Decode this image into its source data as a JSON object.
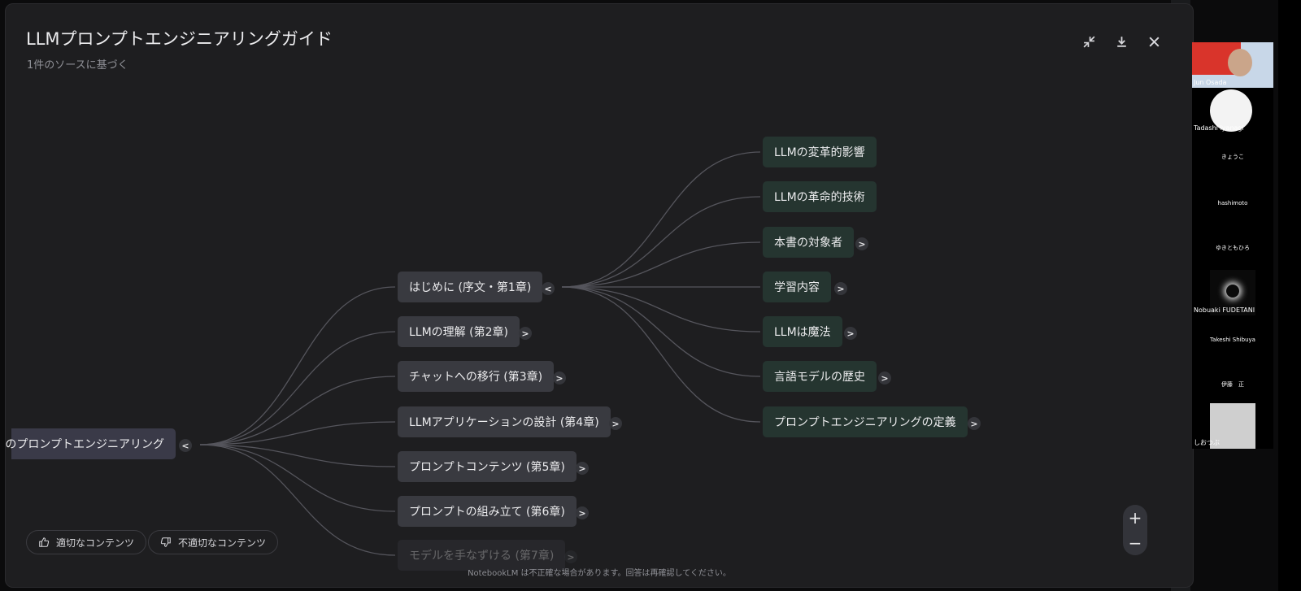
{
  "dialog": {
    "title": "LLMプロンプトエンジニアリングガイド",
    "subtitle": "1件のソースに基づく"
  },
  "toolbar": {
    "icons": [
      "collapse-icon",
      "download-icon",
      "close-icon"
    ]
  },
  "mindmap": {
    "root": {
      "label": "のプロンプトエンジニアリング",
      "toggle": "<"
    },
    "level1": [
      {
        "label": "はじめに (序文・第1章)",
        "toggle": "<"
      },
      {
        "label": "LLMの理解 (第2章)",
        "toggle": ">"
      },
      {
        "label": "チャットへの移行 (第3章)",
        "toggle": ">"
      },
      {
        "label": "LLMアプリケーションの設計 (第4章)",
        "toggle": ">"
      },
      {
        "label": "プロンプトコンテンツ (第5章)",
        "toggle": ">"
      },
      {
        "label": "プロンプトの組み立て (第6章)",
        "toggle": ">"
      },
      {
        "label": "モデルを手なずける (第7章)",
        "toggle": ">"
      }
    ],
    "level2": [
      {
        "label": "LLMの変革的影響",
        "toggle": ""
      },
      {
        "label": "LLMの革命的技術",
        "toggle": ""
      },
      {
        "label": "本書の対象者",
        "toggle": ">"
      },
      {
        "label": "学習内容",
        "toggle": ">"
      },
      {
        "label": "LLMは魔法",
        "toggle": ">"
      },
      {
        "label": "言語モデルの歴史",
        "toggle": ">"
      },
      {
        "label": "プロンプトエンジニアリングの定義",
        "toggle": ">"
      }
    ]
  },
  "feedback": {
    "good_label": "適切なコンテンツ",
    "bad_label": "不適切なコンテンツ"
  },
  "zoom": {
    "in_label": "+",
    "out_label": "−"
  },
  "footer_note": "NotebookLM は不正確な場合があります。回答は再確認してください。",
  "participants": [
    {
      "name": "Jun Osada"
    },
    {
      "name": "Tadashi Iyanagi"
    },
    {
      "name": "きょうこ"
    },
    {
      "name": "hashimoto"
    },
    {
      "name": "ゆきともひろ"
    },
    {
      "name": "Nobuaki FUDETANI"
    },
    {
      "name": "Takeshi Shibuya"
    },
    {
      "name": "伊藤　正"
    },
    {
      "name": "しおつぶ"
    }
  ],
  "colors": {
    "dialog_bg": "#1e1e20",
    "root_node": "#3a3a48",
    "level1_node": "#393a40",
    "level2_node": "#253530",
    "connector": "#55555c"
  }
}
